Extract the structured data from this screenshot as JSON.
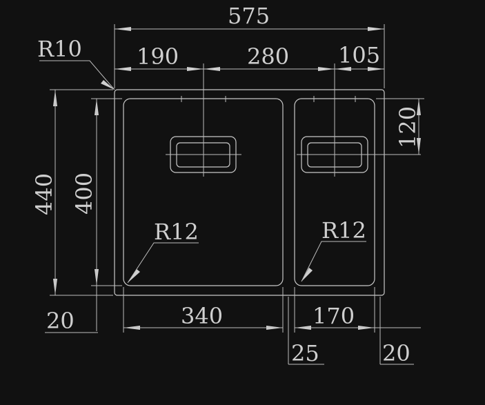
{
  "drawing": {
    "title": "Double bowl undermount sink dimensions",
    "dimensions": {
      "overall_width": "575",
      "left_to_drain": "190",
      "drain_to_drain": "280",
      "drain_to_right": "105",
      "corner_outer": "R10",
      "overall_depth": "440",
      "bowl_depth": "400",
      "drain_offset": "120",
      "corner_left": "R12",
      "corner_right": "R12",
      "left_bowl_width": "340",
      "right_bowl_width": "170",
      "divider": "25",
      "rim_right": "20",
      "rim_bottom": "20"
    },
    "colors": {
      "background": "#111111",
      "line": "#c9c9c9"
    }
  }
}
